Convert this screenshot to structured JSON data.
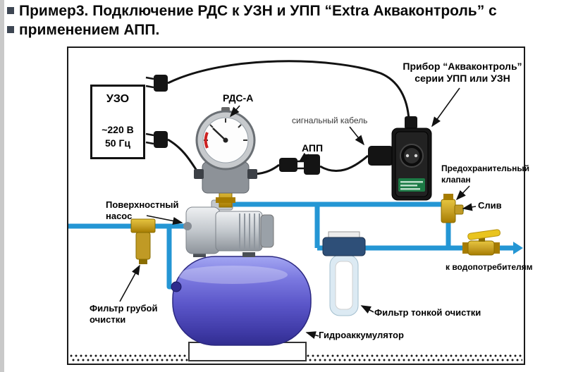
{
  "title": {
    "line1": "Пример3. Подключение РДС к УЗН и УПП “Extra Акваконтроль” с",
    "line2": "применением АПП."
  },
  "uzo": {
    "title": "УЗО",
    "voltage": "~220 В",
    "frequency": "50 Гц"
  },
  "labels": {
    "rds": "РДС-А",
    "signal_cable": "сигнальный кабель",
    "app": "АПП",
    "controller_line1": "Прибор “Акваконтроль”",
    "controller_line2": "серии УПП или УЗН",
    "safety_valve_line1": "Предохранительный",
    "safety_valve_line2": "клапан",
    "drain": "Слив",
    "consumers": "к водопотребителям",
    "pump_line1": "Поверхностный",
    "pump_line2": "насос",
    "coarse_filter_line1": "Фильтр грубой",
    "coarse_filter_line2": "очистки",
    "fine_filter": "Фильтр тонкой очистки",
    "accumulator": "Гидроаккумулятор"
  },
  "colors": {
    "pipe": "#2496d4",
    "brass": "#c9a227",
    "tank": "#5a55c8",
    "lever": "#e9c41e",
    "cable": "#121212"
  }
}
